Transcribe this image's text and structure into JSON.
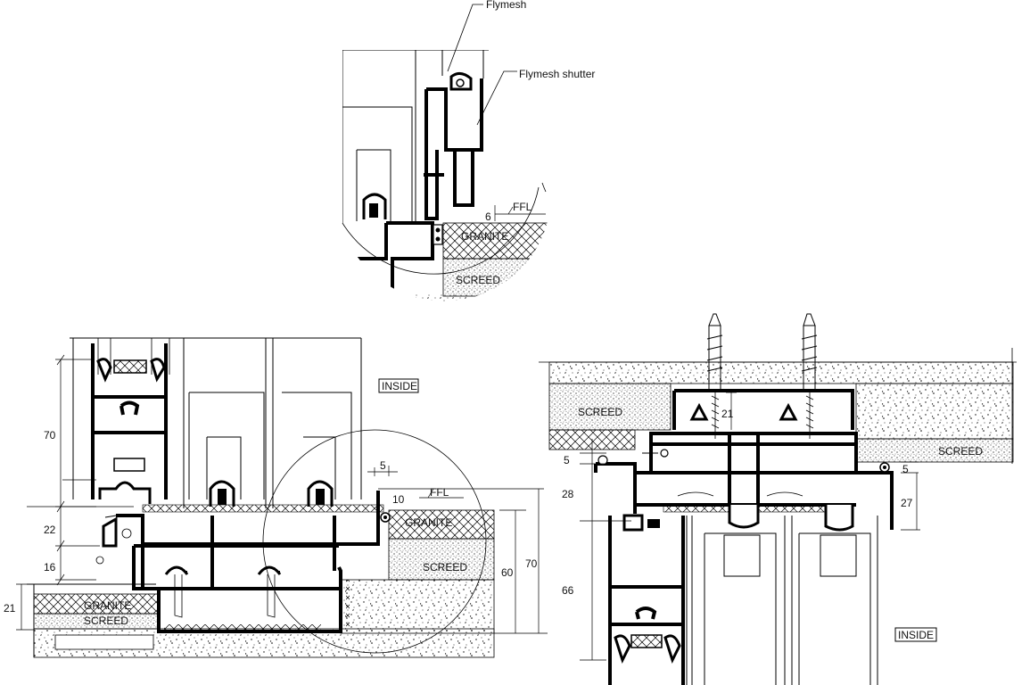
{
  "callouts": {
    "flymesh": "Flymesh",
    "flymesh_shutter": "Flymesh shutter"
  },
  "materials": {
    "granite": "GRANITE",
    "screed": "SCREED",
    "ffl": "FFL"
  },
  "labels": {
    "inside": "INSIDE"
  },
  "dims": {
    "top_gap": "6",
    "left_70": "70",
    "left_22": "22",
    "left_16": "16",
    "left_21": "21",
    "left_5": "5",
    "left_10": "10",
    "left_60": "60",
    "left_70b": "70",
    "right_21": "21",
    "right_5a": "5",
    "right_28": "28",
    "right_66": "66",
    "right_5b": "5",
    "right_27": "27"
  },
  "colors": {
    "line": "#000000",
    "background": "#ffffff"
  }
}
